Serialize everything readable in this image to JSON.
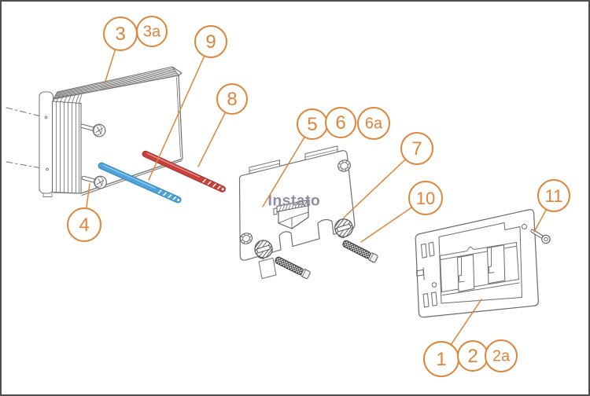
{
  "figure": {
    "watermark": "Instato",
    "callouts": [
      {
        "label": "3"
      },
      {
        "label": "3a"
      },
      {
        "label": "9"
      },
      {
        "label": "8"
      },
      {
        "label": "5"
      },
      {
        "label": "6"
      },
      {
        "label": "6a"
      },
      {
        "label": "7"
      },
      {
        "label": "10"
      },
      {
        "label": "11"
      },
      {
        "label": "4"
      },
      {
        "label": "1"
      },
      {
        "label": "2"
      },
      {
        "label": "2a"
      }
    ],
    "colors": {
      "callout_accent": "#DE8539",
      "marker_red": "#C8423B",
      "marker_blue": "#4FA4DC",
      "watermark_gray": "#8F8FA4",
      "line_art": "#707070",
      "frame_border": "#4D4D4D"
    }
  }
}
